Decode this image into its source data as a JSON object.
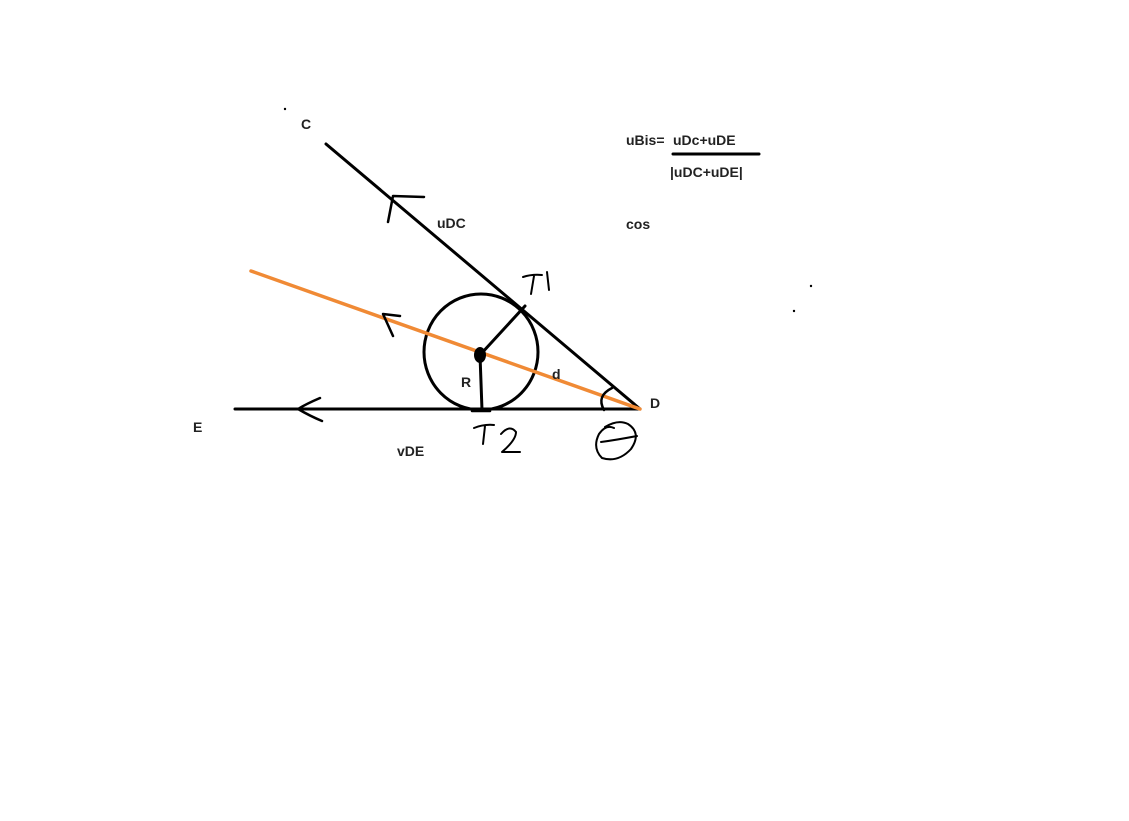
{
  "diagram": {
    "colors": {
      "ink": "#000000",
      "bisector": "#f08a35",
      "background": "#ffffff"
    },
    "points": {
      "C": "C",
      "D": "D",
      "E": "E"
    },
    "labels": {
      "u_dc": "uDC",
      "v_de": "vDE",
      "radius": "R",
      "distance": "d",
      "cos": "cos",
      "tangent_1": "T1",
      "tangent_2": "T2"
    },
    "formula": {
      "lhs": "uBis=",
      "numerator": "uDc+uDE",
      "denominator": "|uDC+uDE|"
    }
  }
}
